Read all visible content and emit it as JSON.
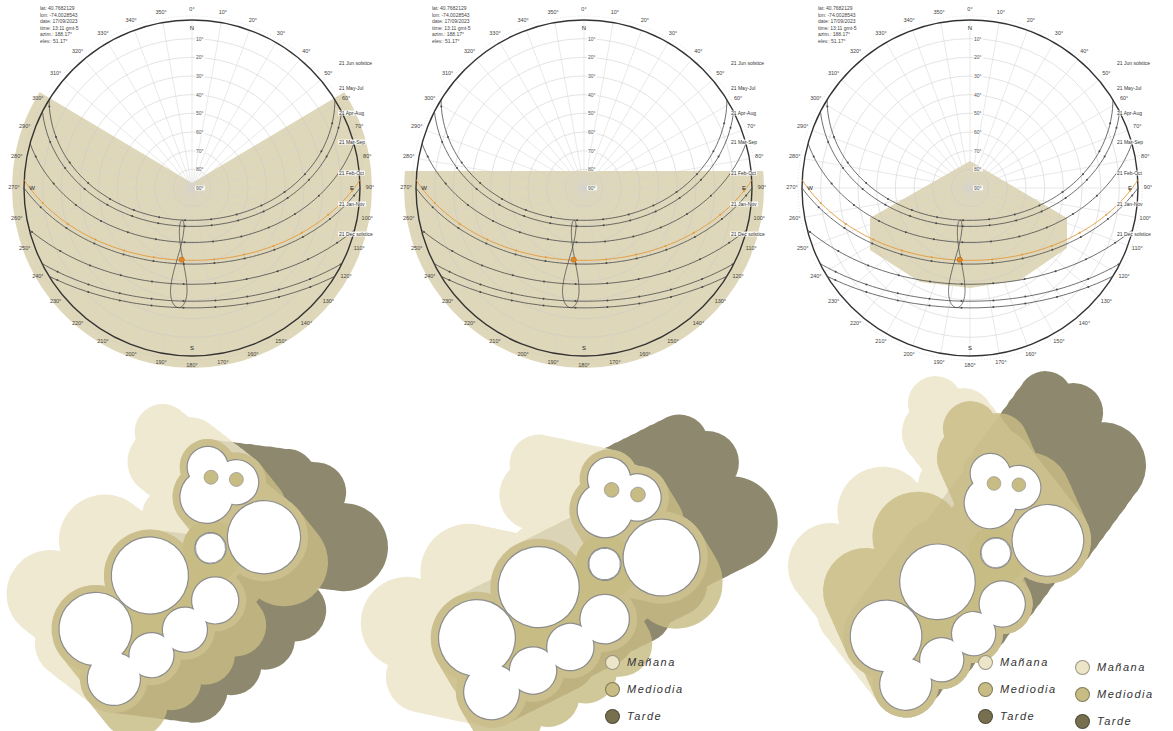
{
  "diagram": {
    "labels": [
      "lat: 40.7682129",
      "lon: -74.0028543",
      "date: 17/09/2023",
      "time: 13:11 gmt-5",
      "azim.: 188.17°",
      "elev.: 51.17°",
      "0°",
      "10°",
      "20°",
      "30°",
      "40°",
      "50°",
      "60°",
      "70°",
      "80°",
      "90°",
      "100°",
      "110°",
      "120°",
      "130°",
      "140°",
      "150°",
      "160°",
      "170°",
      "180°",
      "190°",
      "200°",
      "210°",
      "220°",
      "230°",
      "240°",
      "250°",
      "260°",
      "270°",
      "280°",
      "290°",
      "300°",
      "310°",
      "320°",
      "330°",
      "340°",
      "350°",
      "N",
      "E",
      "S",
      "W",
      "10°",
      "20°",
      "30°",
      "40°",
      "50°",
      "60°",
      "70°",
      "80°",
      "90°",
      "21 Jun solstice",
      "21 May-Jul",
      "21 Apr-Aug",
      "21 Mar-Sep",
      "21 Feb-Oct",
      "21 Jan-Nov",
      "21 Dec solstice",
      "lat: 40.7682129",
      "lon: -74.0028543",
      "date: 17/09/2023",
      "time: 13:11 gmt-5",
      "azim.: 188.17°",
      "elev.: 51.17°",
      "0°",
      "10°",
      "20°",
      "30°",
      "40°",
      "50°",
      "60°",
      "70°",
      "80°",
      "90°",
      "100°",
      "110°",
      "120°",
      "130°",
      "140°",
      "150°",
      "160°",
      "170°",
      "180°",
      "190°",
      "200°",
      "210°",
      "220°",
      "230°",
      "240°",
      "250°",
      "260°",
      "270°",
      "280°",
      "290°",
      "300°",
      "310°",
      "320°",
      "330°",
      "340°",
      "350°",
      "N",
      "E",
      "S",
      "W",
      "10°",
      "20°",
      "30°",
      "40°",
      "50°",
      "60°",
      "70°",
      "80°",
      "90°",
      "21 Jun solstice",
      "21 May-Jul",
      "21 Apr-Aug",
      "21 Mar-Sep",
      "21 Feb-Oct",
      "21 Jan-Nov",
      "21 Dec solstice",
      "lat: 40.7682129",
      "lon: -74.0028543",
      "date: 17/09/2023",
      "time: 13:11 gmt-5",
      "azim.: 188.17°",
      "elev.: 51.17°",
      "0°",
      "10°",
      "20°",
      "30°",
      "40°",
      "50°",
      "60°",
      "70°",
      "80°",
      "90°",
      "100°",
      "110°",
      "120°",
      "130°",
      "140°",
      "150°",
      "160°",
      "170°",
      "180°",
      "190°",
      "200°",
      "210°",
      "220°",
      "230°",
      "240°",
      "250°",
      "260°",
      "270°",
      "280°",
      "290°",
      "300°",
      "310°",
      "320°",
      "330°",
      "340°",
      "350°",
      "N",
      "E",
      "S",
      "W",
      "10°",
      "20°",
      "30°",
      "40°",
      "50°",
      "60°",
      "70°",
      "80°",
      "90°",
      "21 Jun solstice",
      "21 May-Jul",
      "21 Apr-Aug",
      "21 Mar-Sep",
      "21 Feb-Oct",
      "21 Jan-Nov",
      "21 Dec solstice"
    ],
    "legend": [
      {
        "text": "Mañana",
        "color": "#ece5c8"
      },
      {
        "text": "Mediodia",
        "color": "#c8bc85"
      },
      {
        "text": "Tarde",
        "color": "#76704f"
      },
      {
        "text": "Mañana",
        "color": "#ece5c8"
      },
      {
        "text": "Mediodia",
        "color": "#c8bc85"
      },
      {
        "text": "Tarde",
        "color": "#76704f"
      },
      {
        "text": "Mañana",
        "color": "#ece5c8"
      },
      {
        "text": "Mediodia",
        "color": "#c8bc85"
      },
      {
        "text": "Tarde",
        "color": "#76704f"
      }
    ]
  }
}
